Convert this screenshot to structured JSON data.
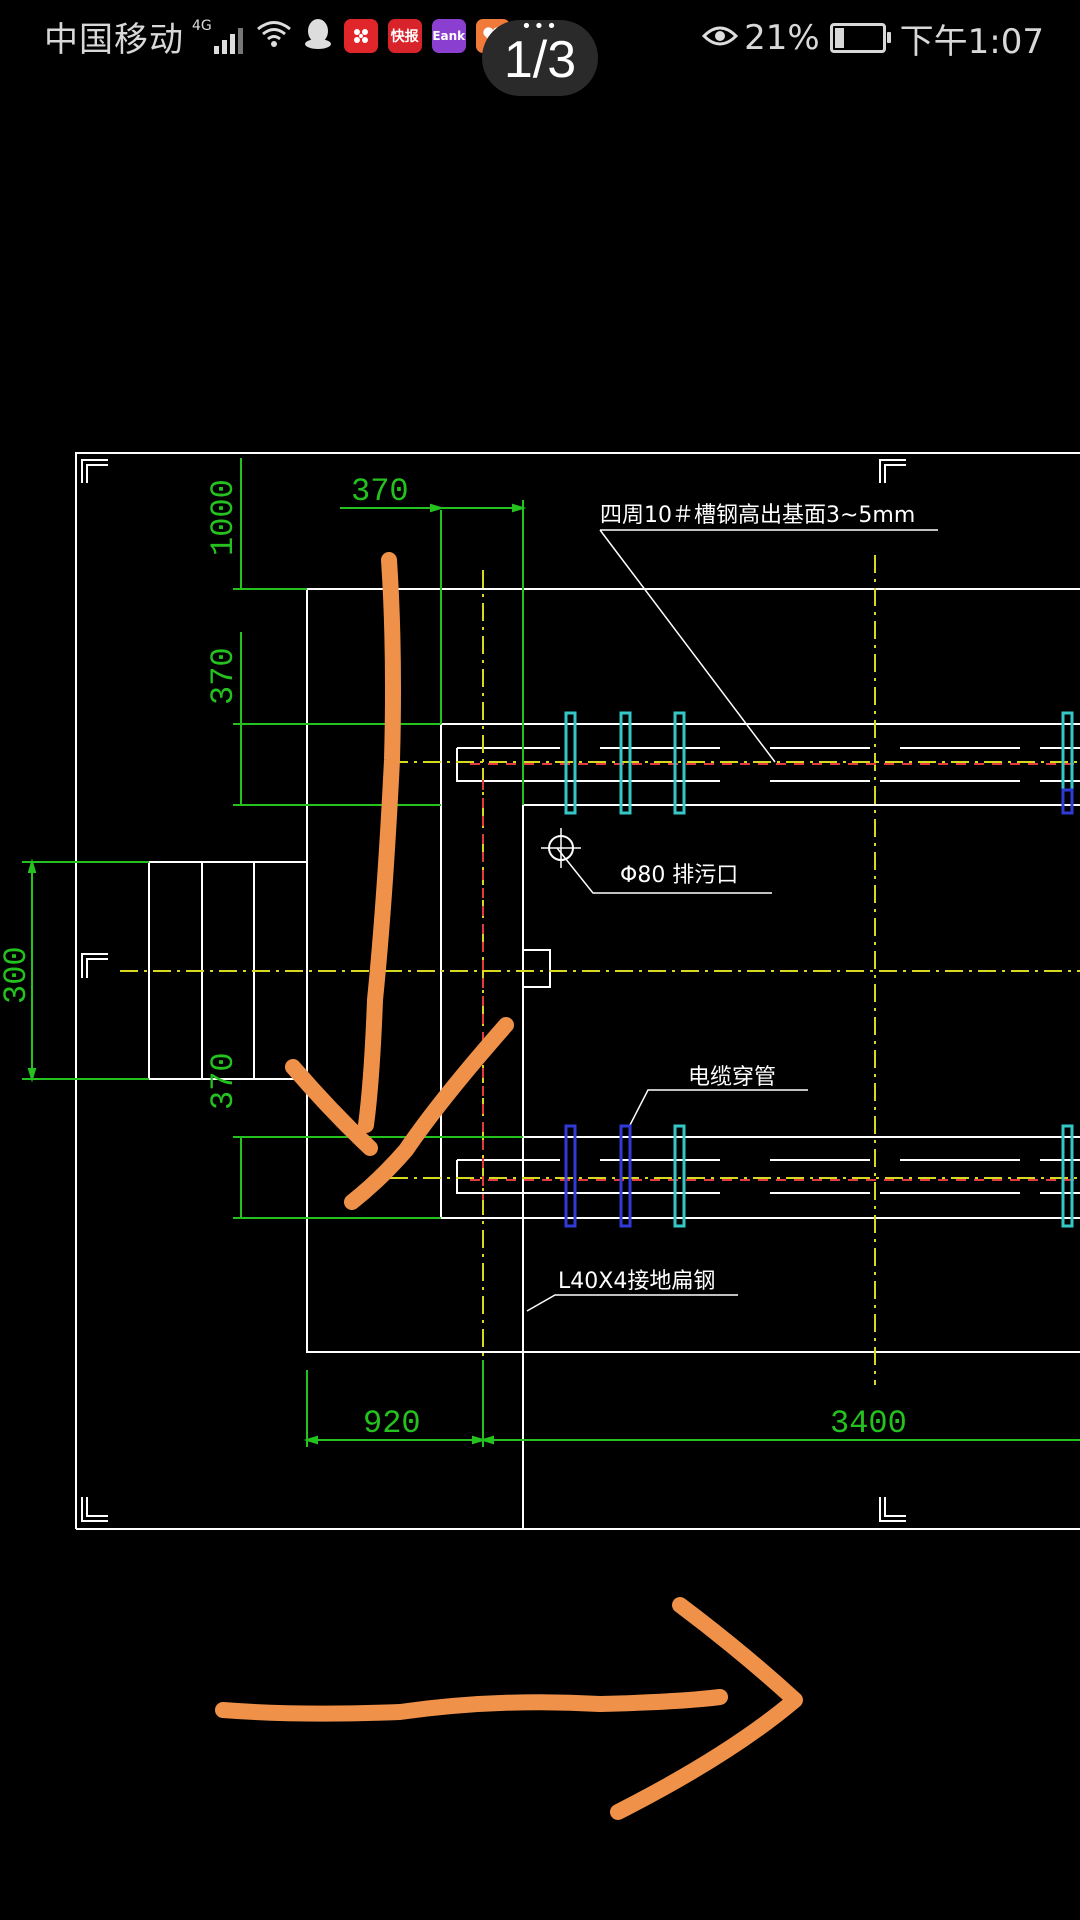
{
  "status_bar": {
    "carrier": "中国移动",
    "network": "4G",
    "apps": [
      {
        "name": "app-icon-red",
        "color": "#e0262b",
        "label": ""
      },
      {
        "name": "app-icon-kuaibao",
        "color": "#d8232a",
        "label": "快报"
      },
      {
        "name": "app-icon-eank",
        "color": "#8a3fd0",
        "label": "Eank"
      },
      {
        "name": "app-icon-health",
        "color": "#f07a3a",
        "label": ""
      }
    ],
    "battery": "21%",
    "battery_level": 0.21,
    "time": "下午1:07"
  },
  "viewer": {
    "page_indicator": "1/3",
    "more_dots": "•••"
  },
  "drawing": {
    "dimensions": {
      "d370_top": "370",
      "d1000": "1000",
      "d370_left_upper": "370",
      "d300": "300",
      "d370_left_lower": "370",
      "d920": "920",
      "d3400": "3400"
    },
    "labels": {
      "perimeter_note": "四周10＃槽钢高出基面3~5mm",
      "drain": "Φ80  排污口",
      "cable_conduit": "电缆穿管",
      "ground_steel": "L40X4接地扁钢"
    },
    "colors": {
      "line": "#ffffff",
      "dimension": "#25c21f",
      "centerline": "#d8d820",
      "axis_red": "#e23b3b",
      "cyan": "#35c7c7",
      "blue": "#2f3ad8",
      "annotation": "#f0914a"
    }
  }
}
